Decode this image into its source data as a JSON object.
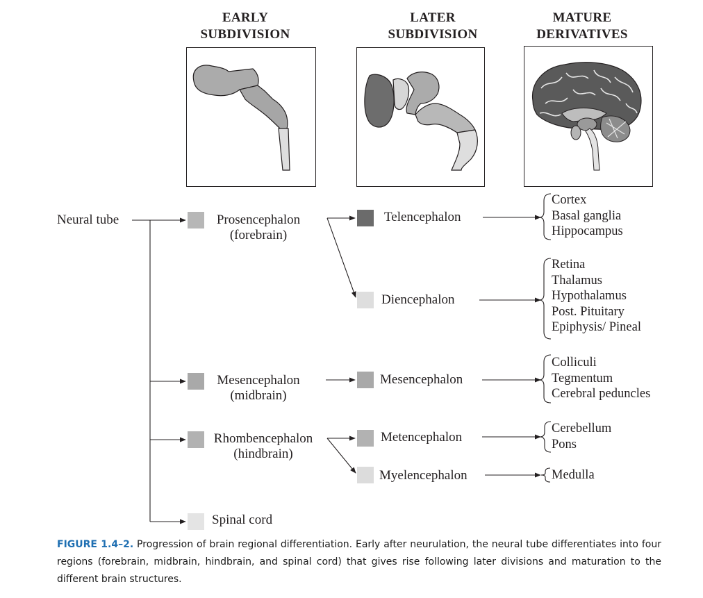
{
  "colors": {
    "prosencephalon": "#b7b7b7",
    "telencephalon": "#6b6b6b",
    "diencephalon": "#dedede",
    "mesencephalon": "#a9a9a9",
    "rhombencephalon": "#b2b2b2",
    "metencephalon": "#b2b2b2",
    "myelencephalon": "#dcdcdc",
    "spinal_cord": "#e4e4e4",
    "caption_label": "#1f6fb2"
  },
  "headers": {
    "early": [
      "EARLY",
      "SUBDIVISION"
    ],
    "later": [
      "LATER",
      "SUBDIVISION"
    ],
    "mature": [
      "MATURE",
      "DERIVATIVES"
    ]
  },
  "nodes": {
    "neural_tube": "Neural tube",
    "prosencephalon": [
      "Prosencephalon",
      "(forebrain)"
    ],
    "mesencephalon_early": [
      "Mesencephalon",
      "(midbrain)"
    ],
    "rhombencephalon": [
      "Rhombencephalon",
      "(hindbrain)"
    ],
    "spinal_cord": "Spinal cord",
    "telencephalon": "Telencephalon",
    "diencephalon": "Diencephalon",
    "mesencephalon_later": "Mesencephalon",
    "metencephalon": "Metencephalon",
    "myelencephalon": "Myelencephalon"
  },
  "derivatives": {
    "telencephalon": [
      "Cortex",
      "Basal ganglia",
      "Hippocampus"
    ],
    "diencephalon": [
      "Retina",
      "Thalamus",
      "Hypothalamus",
      "Post. Pituitary",
      "Epiphysis/ Pineal"
    ],
    "mesencephalon": [
      "Colliculi",
      "Tegmentum",
      "Cerebral peduncles"
    ],
    "metencephalon": [
      "Cerebellum",
      "Pons"
    ],
    "myelencephalon": [
      "Medulla"
    ]
  },
  "caption": {
    "label": "FIGURE 1.4–2.",
    "text": " Progression of brain regional differentiation. Early after neurulation, the neural tube differentiates into four regions (forebrain, midbrain, hindbrain, and spinal cord) that gives rise following later divisions and maturation to the different brain structures."
  }
}
